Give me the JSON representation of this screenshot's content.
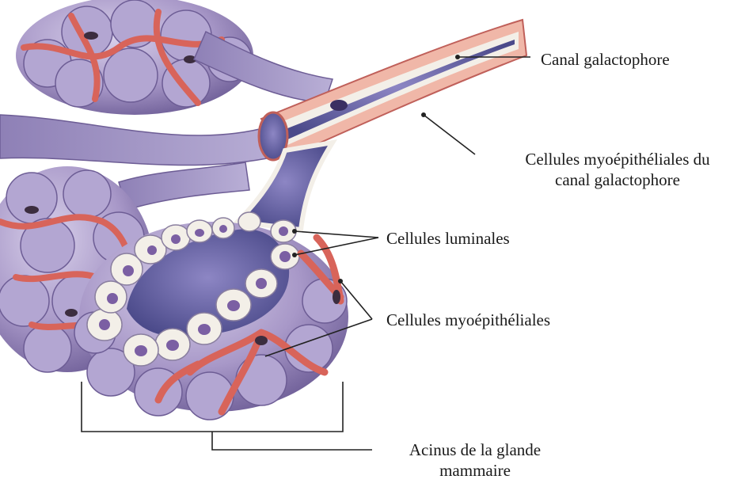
{
  "labels": {
    "canal_galactophore": "Canal galactophore",
    "myoepithelial_duct_line1": "Cellules myoépithéliales du",
    "myoepithelial_duct_line2": "canal galactophore",
    "luminal_cells": "Cellules luminales",
    "myoepithelial_cells": "Cellules myoépithéliales",
    "acinus_line1": "Acinus de la glande",
    "acinus_line2": "mammaire"
  },
  "colors": {
    "lobule_purple": "#9a8bbd",
    "lobule_light": "#c7bddc",
    "lumen_blue": "#5c5c9a",
    "vessel_red": "#d8645a",
    "muscle_pink": "#f0b7a8",
    "cell_cream": "#f3efe8",
    "nucleus_purple": "#7b5fa3",
    "leader": "#222222"
  }
}
